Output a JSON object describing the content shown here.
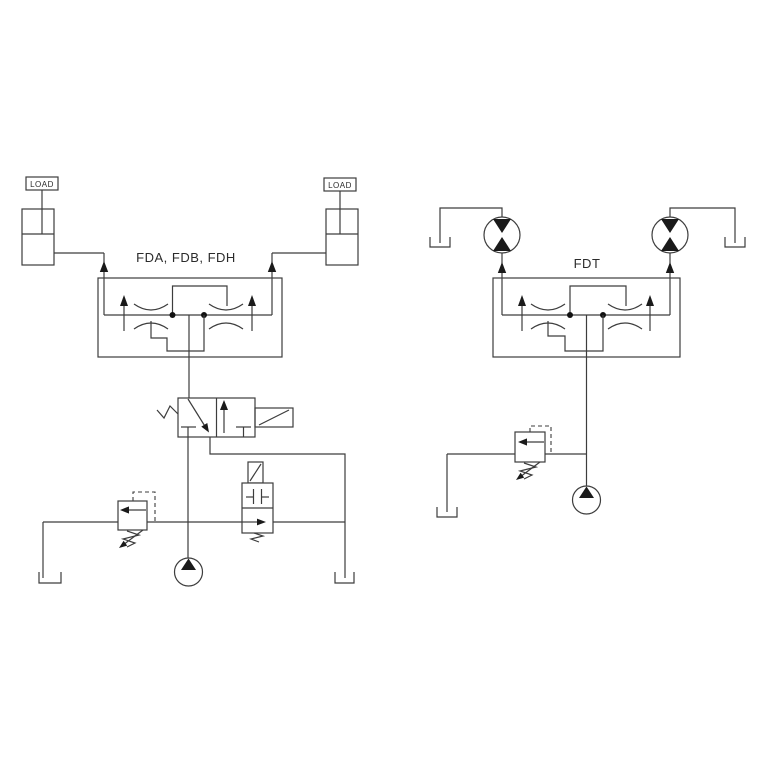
{
  "colors": {
    "background": "#ffffff",
    "line": "#3d3d3d",
    "arrow_fill": "#1a1a1a"
  },
  "left_circuit": {
    "label": "FDA, FDB, FDH",
    "load_left": "LOAD",
    "load_right": "LOAD"
  },
  "right_circuit": {
    "label": "FDT"
  }
}
